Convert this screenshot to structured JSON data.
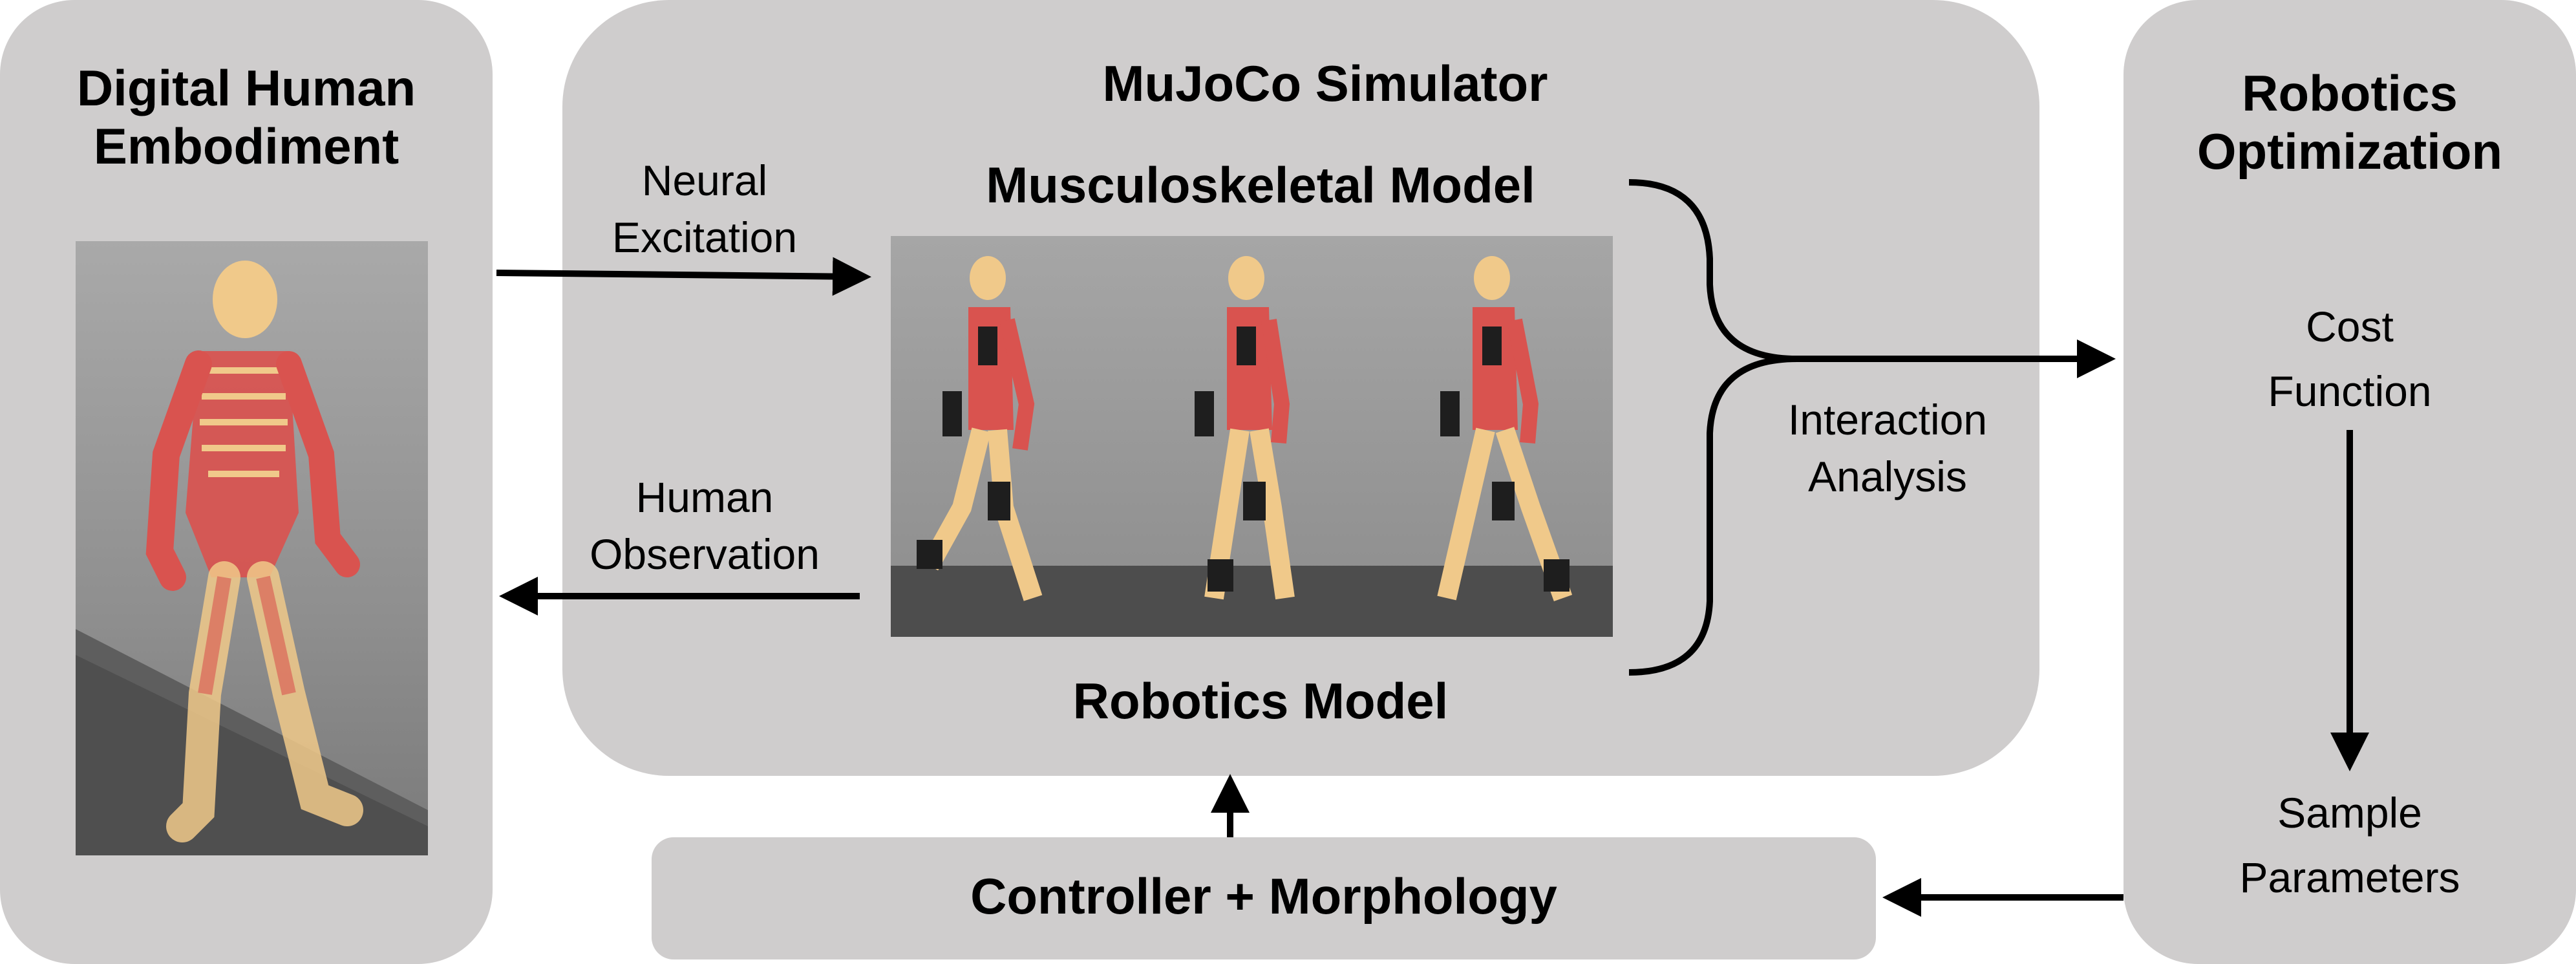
{
  "left_panel": {
    "title_line1": "Digital Human",
    "title_line2": "Embodiment"
  },
  "center_panel": {
    "title": "MuJoCo Simulator",
    "musculoskeletal_label": "Musculoskeletal Model",
    "robotics_label": "Robotics Model"
  },
  "right_panel": {
    "title_line1": "Robotics",
    "title_line2": "Optimization",
    "cost_line1": "Cost",
    "cost_line2": "Function",
    "sample_line1": "Sample",
    "sample_line2": "Parameters"
  },
  "bottom_bar": {
    "label": "Controller + Morphology"
  },
  "arrows": {
    "neural_line1": "Neural",
    "neural_line2": "Excitation",
    "human_line1": "Human",
    "human_line2": "Observation",
    "interaction_line1": "Interaction",
    "interaction_line2": "Analysis"
  },
  "colors": {
    "panel": "#cfcdcd",
    "muscle": "#d9534f",
    "bone": "#f0c98a",
    "exo": "#1e1e1e"
  }
}
